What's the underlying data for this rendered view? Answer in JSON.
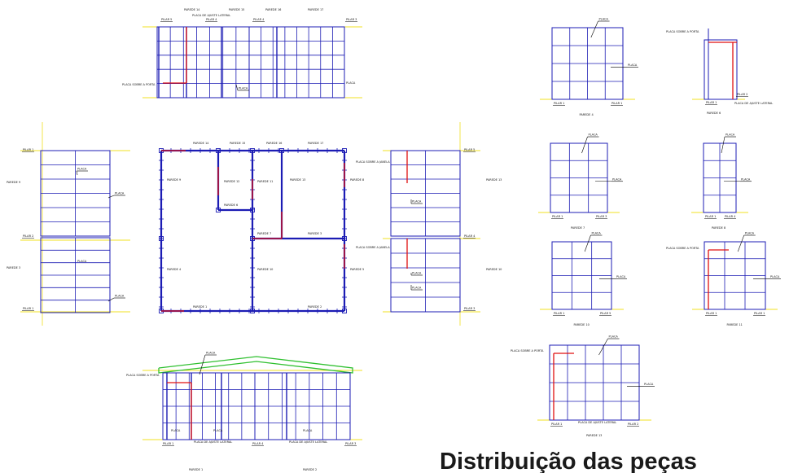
{
  "title": "Distribuição das peças",
  "colors": {
    "frame": "#1c1cb4",
    "highlight": "#e01010",
    "ground": "#f0e020",
    "roof": "#30c030",
    "leader": "#000000"
  },
  "panel_labels": {
    "top_elevation": [
      "PAREDE 14",
      "PAREDE 15",
      "PAREDE 16",
      "PAREDE 17"
    ],
    "plan": [
      "PAREDE 14",
      "PAREDE 15",
      "PAREDE 16",
      "PAREDE 17",
      "PAREDE 9",
      "PAREDE 12",
      "PAREDE 11",
      "PAREDE 13",
      "PAREDE 8",
      "PAREDE 6",
      "PAREDE 7",
      "PAREDE 3",
      "PAREDE 4",
      "PAREDE 10",
      "PAREDE 5",
      "PAREDE 1",
      "PAREDE 2"
    ],
    "left_elevation": [
      "PAREDE 9",
      "PAREDE 3"
    ],
    "right_elevation": [
      "PAREDE 13",
      "PAREDE 10"
    ],
    "right_column": [
      "PAREDE 4",
      "PAREDE 6",
      "PAREDE 7",
      "PAREDE 8",
      "PAREDE 10",
      "PAREDE 11",
      "PAREDE 13"
    ],
    "bottom_elevation": [
      "PAREDE 1",
      "PAREDE 2"
    ]
  },
  "callouts": {
    "placa": "PLACA",
    "placa_sobre_porta": "PLACA SOBRE A PORTA",
    "placa_sobre_janela": "PLACA SOBRE A JANELA",
    "placa_ajuste": "PLACA DE AJUSTE LATERAL"
  },
  "pillars": [
    "PILAR 1",
    "PILAR 2",
    "PILAR 3",
    "PILAR 4",
    "PILAR 5"
  ]
}
